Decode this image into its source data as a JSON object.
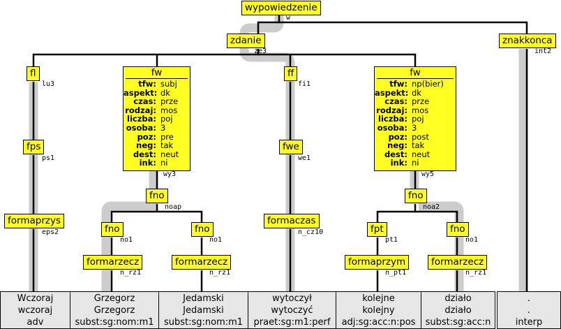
{
  "nodes": {
    "root": "wypowiedzenie",
    "zdanie": "zdanie",
    "znakkonca": "znakkonca",
    "fl": "fl",
    "fps": "fps",
    "formaprzys": "formaprzys",
    "fw1": "fw",
    "fno1": "fno",
    "fno1a": "fno",
    "fno1b": "fno",
    "formarzecz1": "formarzecz",
    "formarzecz2": "formarzecz",
    "ff": "ff",
    "fwe": "fwe",
    "formaczas": "formaczas",
    "fw2": "fw",
    "fno2": "fno",
    "fpt": "fpt",
    "fno2b": "fno",
    "formaprzym": "formaprzym",
    "formarzecz3": "formarzecz"
  },
  "tags": {
    "w": "w",
    "ze3": "ze3",
    "int2": "int2",
    "lu3": "lu3",
    "ps1": "ps1",
    "eps2": "eps2",
    "wy3": "wy3",
    "noap": "noap",
    "no1a": "no1",
    "no1b": "no1",
    "n_rz1a": "n_rz1",
    "n_rz1b": "n_rz1",
    "fi1": "fi1",
    "we1": "we1",
    "n_cz10": "n_cz10",
    "wy5": "wy5",
    "noa2": "noa2",
    "pt1": "pt1",
    "no1c": "no1",
    "n_pt1": "n_pt1",
    "n_rz1c": "n_rz1"
  },
  "fw1": {
    "head": "fw",
    "features": [
      {
        "k": "tfw:",
        "v": "subj"
      },
      {
        "k": "aspekt:",
        "v": "dk"
      },
      {
        "k": "czas:",
        "v": "prze"
      },
      {
        "k": "rodzaj:",
        "v": "mos"
      },
      {
        "k": "liczba:",
        "v": "poj"
      },
      {
        "k": "osoba:",
        "v": "3"
      },
      {
        "k": "poz:",
        "v": "pre"
      },
      {
        "k": "neg:",
        "v": "tak"
      },
      {
        "k": "dest:",
        "v": "neut"
      },
      {
        "k": "ink:",
        "v": "ni"
      }
    ]
  },
  "fw2": {
    "head": "fw",
    "features": [
      {
        "k": "tfw:",
        "v": "np(bier)"
      },
      {
        "k": "aspekt:",
        "v": "dk"
      },
      {
        "k": "czas:",
        "v": "prze"
      },
      {
        "k": "rodzaj:",
        "v": "mos"
      },
      {
        "k": "liczba:",
        "v": "poj"
      },
      {
        "k": "osoba:",
        "v": "3"
      },
      {
        "k": "poz:",
        "v": "post"
      },
      {
        "k": "neg:",
        "v": "tak"
      },
      {
        "k": "dest:",
        "v": "neut"
      },
      {
        "k": "ink:",
        "v": "ni"
      }
    ]
  },
  "leaves": [
    {
      "orth": "Wczoraj",
      "base": "wczoraj",
      "tag": "adv"
    },
    {
      "orth": "Grzegorz",
      "base": "Grzegorz",
      "tag": "subst:sg:nom:m1"
    },
    {
      "orth": "Jedamski",
      "base": "Jedamski",
      "tag": "subst:sg:nom:m1"
    },
    {
      "orth": "wytoczył",
      "base": "wytoczyć",
      "tag": "praet:sg:m1:perf"
    },
    {
      "orth": "kolejne",
      "base": "kolejny",
      "tag": "adj:sg:acc:n:pos"
    },
    {
      "orth": "działo",
      "base": "działo",
      "tag": "subst:sg:acc:n"
    },
    {
      "orth": ".",
      "base": ".",
      "tag": "interp"
    }
  ],
  "colors": {
    "node_fill": "#ffff22",
    "head_path": "#cccccc",
    "leaf_fill": "#e6e6e6"
  }
}
